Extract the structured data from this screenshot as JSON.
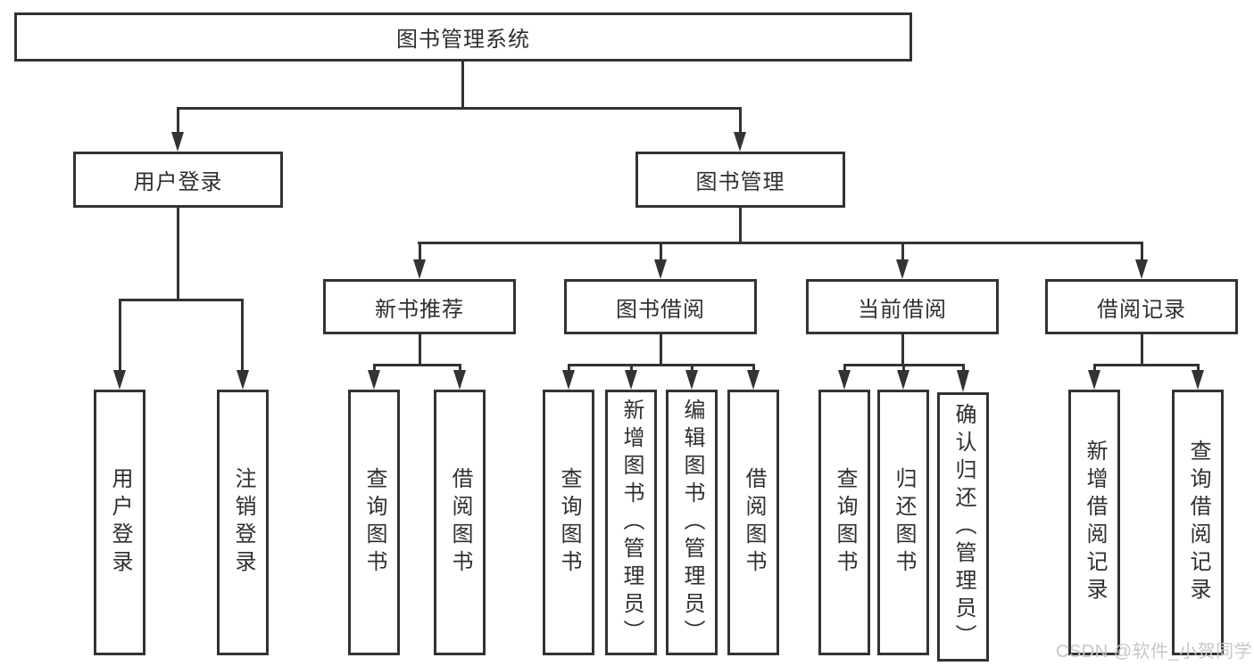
{
  "diagram": {
    "root": {
      "label": "图书管理系统"
    },
    "level2": {
      "user_login": {
        "label": "用户登录"
      },
      "book_management": {
        "label": "图书管理"
      }
    },
    "level3": {
      "new_book_recommend": {
        "label": "新书推荐"
      },
      "book_borrow": {
        "label": "图书借阅"
      },
      "current_borrow": {
        "label": "当前借阅"
      },
      "borrow_record": {
        "label": "借阅记录"
      }
    },
    "leaves": {
      "ul_login": {
        "label": "用户登录"
      },
      "ul_logout": {
        "label": "注销登录"
      },
      "nb_query": {
        "label": "查询图书"
      },
      "nb_borrow": {
        "label": "借阅图书"
      },
      "bb_query": {
        "label": "查询图书"
      },
      "bb_add": {
        "label": "新增图书（管理员）"
      },
      "bb_edit": {
        "label": "编辑图书（管理员）"
      },
      "bb_borrow": {
        "label": "借阅图书"
      },
      "cb_query": {
        "label": "查询图书"
      },
      "cb_return": {
        "label": "归还图书"
      },
      "cb_confirm": {
        "label": "确认归还（管理员）"
      },
      "br_add": {
        "label": "新增借阅记录"
      },
      "br_query": {
        "label": "查询借阅记录"
      }
    }
  },
  "watermark": {
    "text": "CSDN @软件_小贺同学"
  },
  "colors": {
    "line": "#333333",
    "text": "#2f2f2f",
    "background": "#ffffff",
    "watermark": "#cbc6c6"
  }
}
